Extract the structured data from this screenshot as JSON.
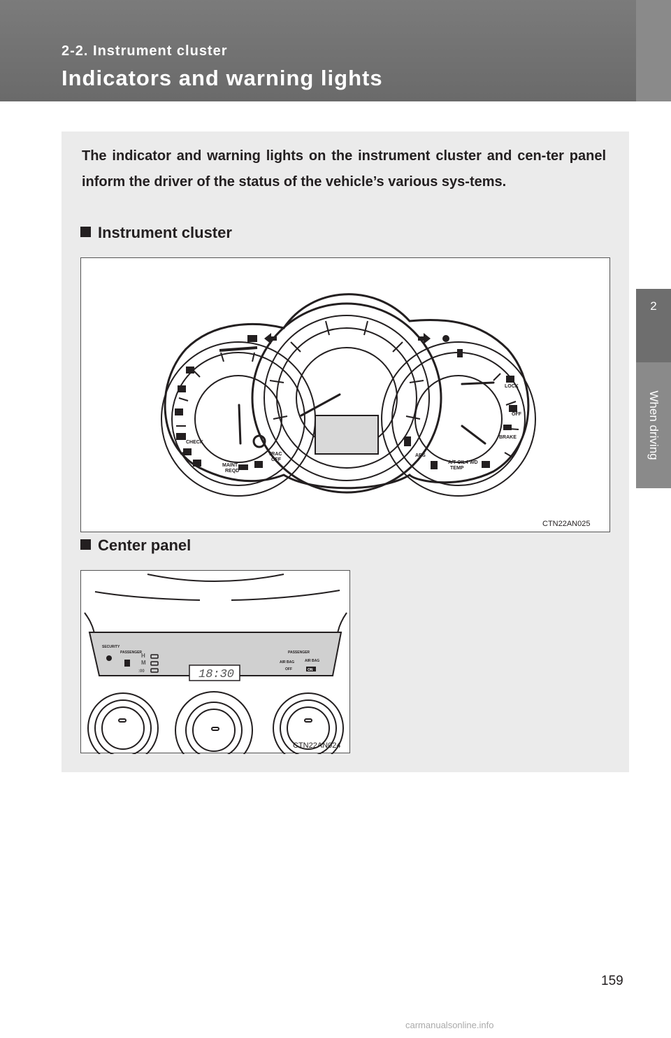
{
  "header": {
    "section": "2-2. Instrument cluster",
    "title": "Indicators and warning lights"
  },
  "side_tab": {
    "number": "2",
    "label": "When driving"
  },
  "intro": "The indicator and warning lights on the instrument cluster and cen-ter panel inform the driver of the status of the vehicle’s various sys-tems.",
  "sections": [
    {
      "heading": "Instrument cluster",
      "figure_code": "CTN22AN025"
    },
    {
      "heading": "Center panel",
      "figure_code": "CTN22AN024"
    }
  ],
  "cluster_labels": {
    "check": "CHECK",
    "maint": "MAINT",
    "reqd": "REQD",
    "trac": "TRAC",
    "off": "OFF",
    "abs": "ABS",
    "at_oil": "A/T OIL",
    "temp": "TEMP",
    "four_wd": "4 WD",
    "brake": "BRAKE",
    "lock": "LOCK",
    "off2": "OFF"
  },
  "panel_labels": {
    "security": "SECURITY",
    "passenger": "PASSENGER",
    "h": "H",
    "m": "M",
    "zero": ":00",
    "clock": "18:30",
    "passenger2": "PASSENGER",
    "airbag_off": "AIR BAG",
    "off": "OFF",
    "airbag_on": "AIR BAG",
    "on": "ON"
  },
  "page_number": "159",
  "footer": "carmanualsonline.info"
}
